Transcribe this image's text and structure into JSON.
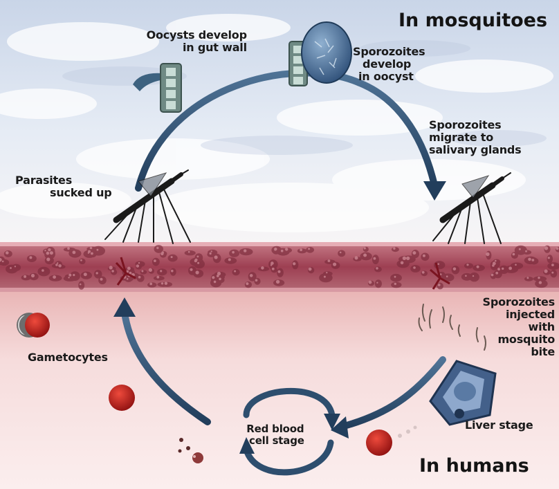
{
  "sections": {
    "mosquitoes": "In mosquitoes",
    "humans": "In humans"
  },
  "labels": {
    "oocysts_develop": [
      "Oocysts develop",
      "in gut wall"
    ],
    "sporozoites_develop": [
      "Sporozoites",
      "develop",
      "in oocyst"
    ],
    "sporozoites_migrate": [
      "Sporozoites",
      "migrate to",
      "salivary glands"
    ],
    "parasites_sucked": [
      "Parasites",
      "sucked up"
    ],
    "sporozoites_injected": [
      "Sporozoites",
      "injected",
      "with",
      "mosquito",
      "bite"
    ],
    "gametocytes": "Gametocytes",
    "liver_stage": "Liver stage",
    "rbc_stage": [
      "Red blood",
      "cell stage"
    ]
  },
  "colors": {
    "sky": "#dce4f0",
    "cloud": "#ffffff",
    "tissue": "#b8576a",
    "tissue_dark": "#6e2233",
    "skin_band": "#e8b3b3",
    "body_pink": "#f6dede",
    "arrow": "#2e4e6e",
    "red_cell": "#c41f1f"
  },
  "icons": [
    "mosquito-icon",
    "oocyst-icon",
    "red-blood-cell-icon",
    "liver-cell-icon",
    "gametocyte-icon"
  ]
}
